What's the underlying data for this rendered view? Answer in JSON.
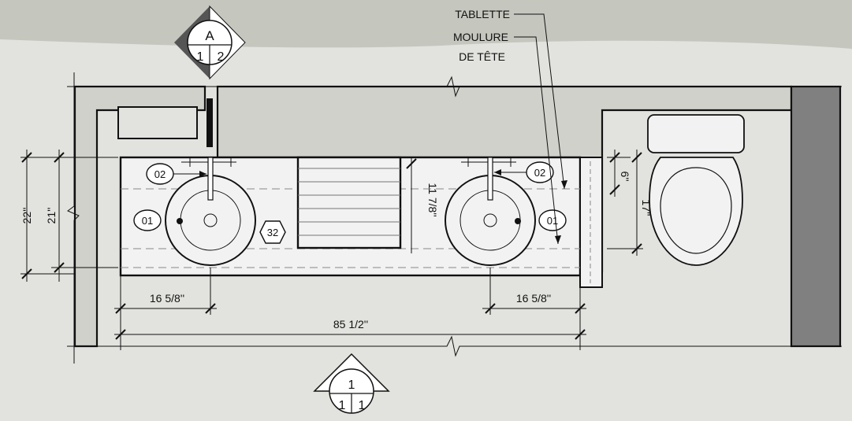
{
  "colors": {
    "background": "#e2e3de",
    "ceiling_band": "#c5c6be",
    "wall_fill": "#d0d1ca",
    "column_fill": "#808080",
    "counter_fill": "#f2f2f2",
    "line": "#111111"
  },
  "annotations": {
    "tablette": "TABLETTE",
    "moulure_line1": "MOULURE",
    "moulure_line2": "DE TÊTE"
  },
  "section_marker_top": {
    "letter": "A",
    "left_number": "1",
    "right_number": "2"
  },
  "section_marker_bottom": {
    "top_number": "1",
    "left_number": "1",
    "right_number": "1"
  },
  "dimensions": {
    "overall_22": "22''",
    "overall_21": "21''",
    "left_sink_offset": "16 5/8''",
    "right_sink_offset": "16 5/8''",
    "counter_length": "85 1/2''",
    "sink_depth": "11 7/8''",
    "toilet_offset_6": "6''",
    "toilet_offset_17": "17''"
  },
  "tags": {
    "faucet_left": "02",
    "faucet_right": "02",
    "sink_left": "01",
    "sink_right": "01",
    "drawer_hex": "32"
  },
  "icons": [
    "section-marker-icon",
    "elevation-marker-icon",
    "toilet-icon",
    "sink-icon",
    "faucet-icon",
    "break-line-icon"
  ]
}
